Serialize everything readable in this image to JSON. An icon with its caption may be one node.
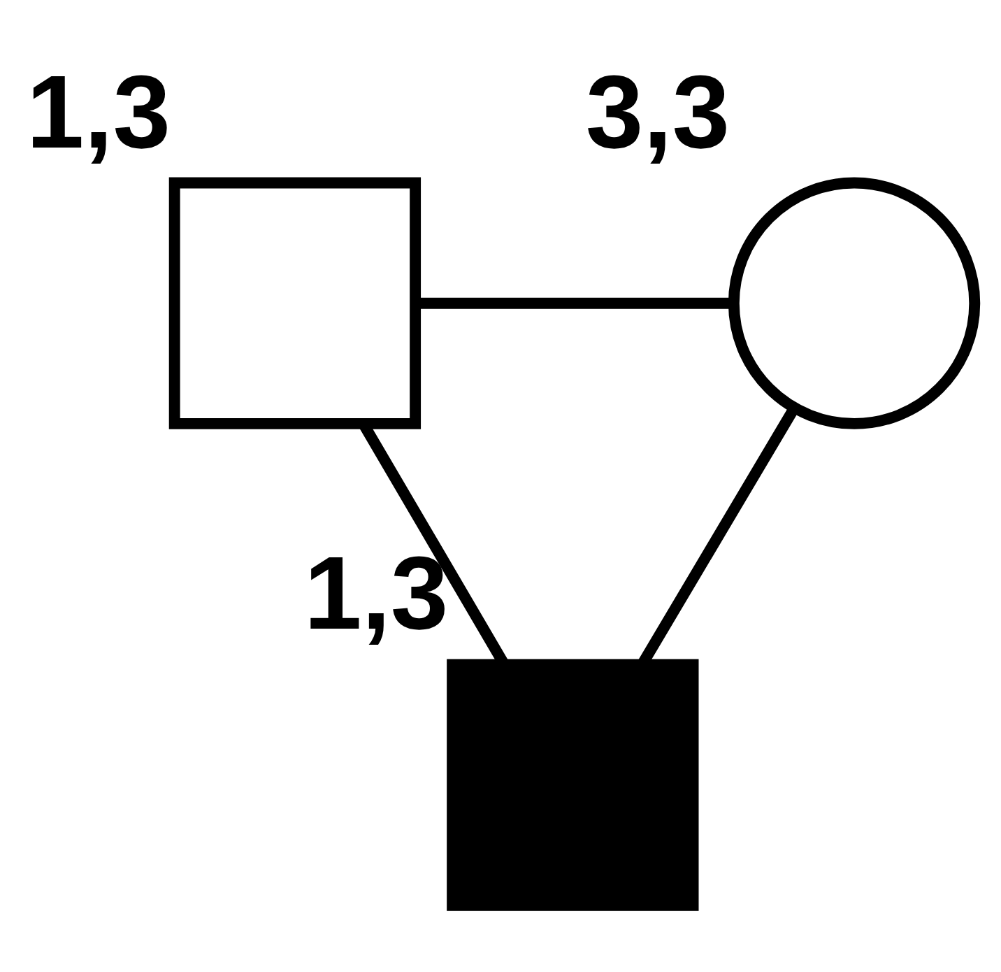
{
  "diagram": {
    "nodes": [
      {
        "text": [],
        "shape": "box",
        "beside": [
          "1,3"
        ]
      },
      {
        "text": [],
        "shape": "circle",
        "beside": [
          "3,3"
        ]
      },
      {
        "text": [],
        "shape": "box",
        "beside": [
          "1,3"
        ]
      }
    ],
    "edges": [
      {
        "from": 0,
        "to": 1,
        "arrow": "none"
      },
      {
        "from": 0,
        "to": 2,
        "arrow": "none"
      },
      {
        "from": 1,
        "to": 2,
        "arrow": "none"
      }
    ]
  }
}
